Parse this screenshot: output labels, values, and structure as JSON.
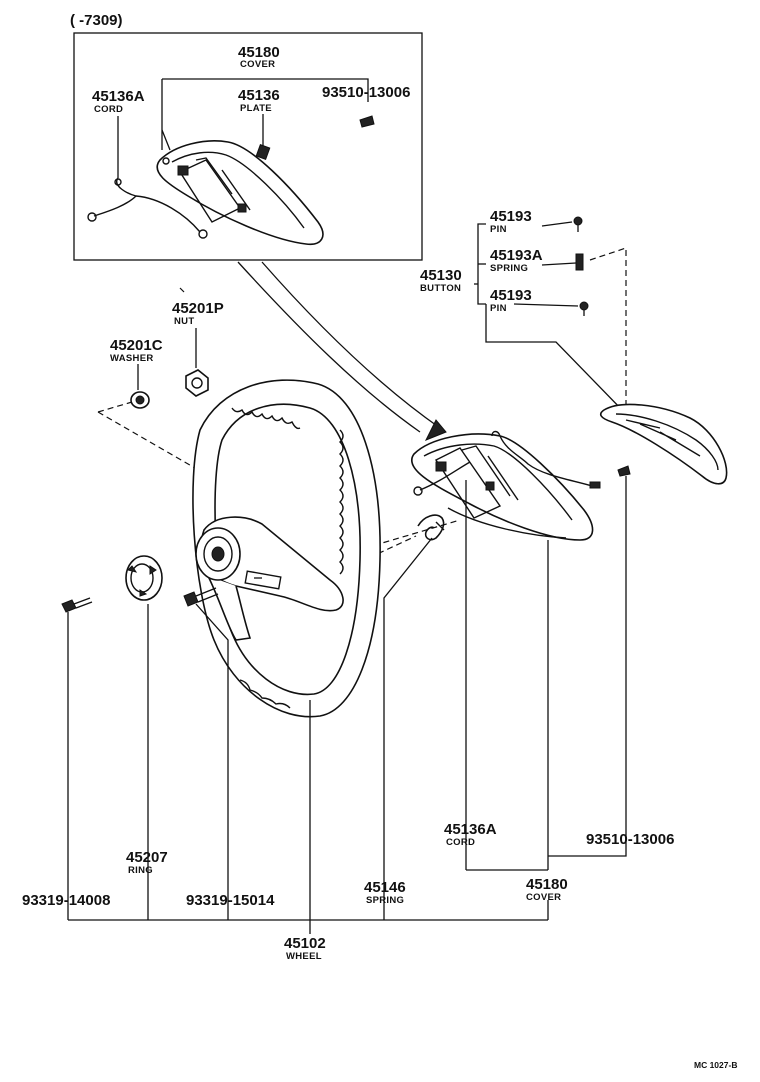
{
  "inset": {
    "label": "(      -7309)"
  },
  "parts": {
    "p45180_top": {
      "number": "45180",
      "name": "COVER"
    },
    "p45136A_top": {
      "number": "45136A",
      "name": "CORD"
    },
    "p45136_top": {
      "number": "45136",
      "name": "PLATE"
    },
    "p93510_top": {
      "number": "93510-13006"
    },
    "p45193_a": {
      "number": "45193",
      "name": "PIN"
    },
    "p45193A": {
      "number": "45193A",
      "name": "SPRING"
    },
    "p45130": {
      "number": "45130",
      "name": "BUTTON"
    },
    "p45193_b": {
      "number": "45193",
      "name": "PIN"
    },
    "p45201P": {
      "number": "45201P",
      "name": "NUT"
    },
    "p45201C": {
      "number": "45201C",
      "name": "WASHER"
    },
    "p45136A_bot": {
      "number": "45136A",
      "name": "CORD"
    },
    "p93510_bot": {
      "number": "93510-13006"
    },
    "p45207": {
      "number": "45207",
      "name": "RING"
    },
    "p45146": {
      "number": "45146",
      "name": "SPRING"
    },
    "p45180_bot": {
      "number": "45180",
      "name": "COVER"
    },
    "p93319_14008": {
      "number": "93319-14008"
    },
    "p93319_15014": {
      "number": "93319-15014"
    },
    "p45102": {
      "number": "45102",
      "name": "WHEEL"
    }
  },
  "footer": {
    "ref": "MC 1027-B"
  }
}
